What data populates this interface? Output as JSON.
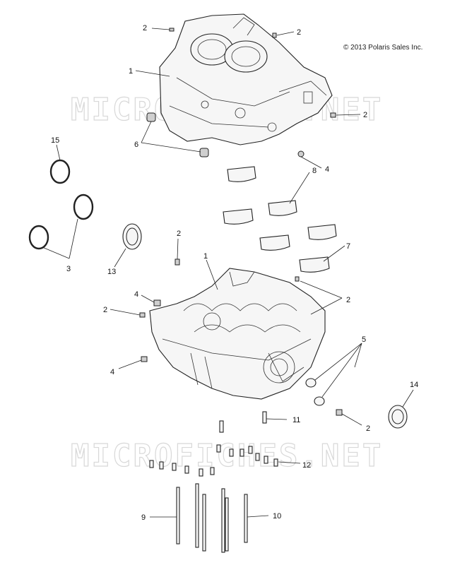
{
  "copyright": "© 2013 Polaris Sales Inc.",
  "watermark": "MICROFICHES.NET",
  "callouts": [
    {
      "id": "c2a",
      "label": "2"
    },
    {
      "id": "c2b",
      "label": "2"
    },
    {
      "id": "c1a",
      "label": "1"
    },
    {
      "id": "c2c",
      "label": "2"
    },
    {
      "id": "c6",
      "label": "6"
    },
    {
      "id": "c4a",
      "label": "4"
    },
    {
      "id": "c15",
      "label": "15"
    },
    {
      "id": "c8",
      "label": "8"
    },
    {
      "id": "c2d",
      "label": "2"
    },
    {
      "id": "c7",
      "label": "7"
    },
    {
      "id": "c3",
      "label": "3"
    },
    {
      "id": "c13",
      "label": "13"
    },
    {
      "id": "c1b",
      "label": "1"
    },
    {
      "id": "c2e",
      "label": "2"
    },
    {
      "id": "c4b",
      "label": "4"
    },
    {
      "id": "c2f",
      "label": "2"
    },
    {
      "id": "c5",
      "label": "5"
    },
    {
      "id": "c4c",
      "label": "4"
    },
    {
      "id": "c14",
      "label": "14"
    },
    {
      "id": "c11",
      "label": "11"
    },
    {
      "id": "c2g",
      "label": "2"
    },
    {
      "id": "c12",
      "label": "12"
    },
    {
      "id": "c9",
      "label": "9"
    },
    {
      "id": "c10",
      "label": "10"
    }
  ]
}
